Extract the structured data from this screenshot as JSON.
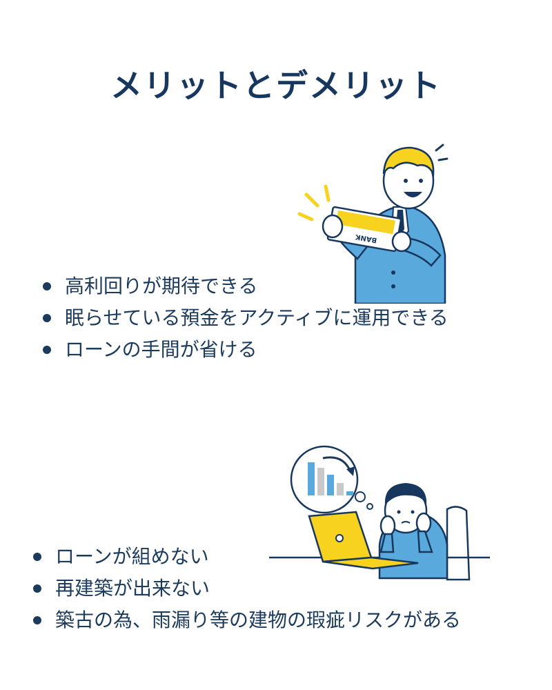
{
  "title": "メリットとデメリット",
  "merits": [
    "高利回りが期待できる",
    "眠らせている預金をアクティブに運用できる",
    "ローンの手間が省ける"
  ],
  "demerits": [
    "ローンが組めない",
    "再建築が出来ない",
    "築古の為、雨漏り等の建物の瑕疵リスクがある"
  ],
  "illustrations": {
    "bank_label": "BANK"
  },
  "colors": {
    "navy": "#17375e",
    "suit_blue": "#5aa9dc",
    "yellow": "#f7d21e",
    "gray": "#c9c9c9"
  }
}
